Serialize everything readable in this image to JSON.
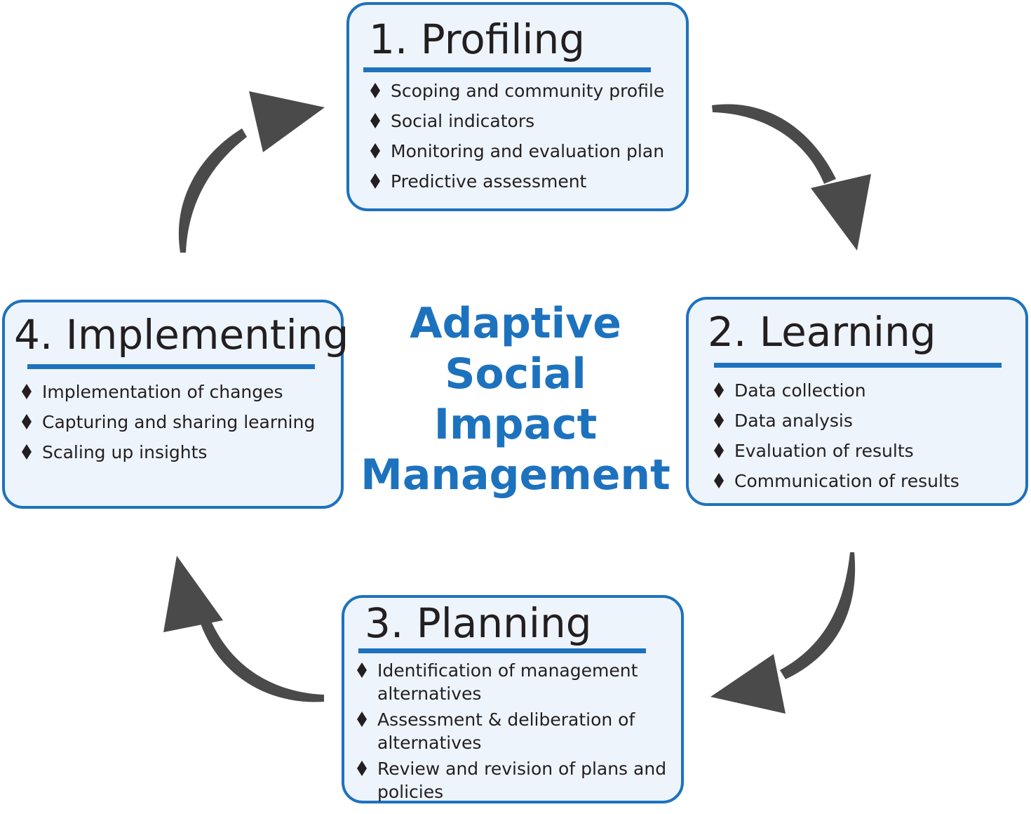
{
  "center_title": [
    "Adaptive",
    "Social",
    "Impact",
    "Management"
  ],
  "colors": {
    "accent": "#1d72be",
    "box_fill": "#eef4fc",
    "text": "#231f20",
    "arrow": "#4a4a4a"
  },
  "bullet_icon": "diamond-bullet-icon",
  "arrow_icon": "curved-arrow-icon",
  "stages": [
    {
      "title": "1. Profiling",
      "items": [
        "Scoping and community profile",
        "Social indicators",
        "Monitoring and evaluation plan",
        "Predictive assessment"
      ]
    },
    {
      "title": "2. Learning",
      "items": [
        "Data collection",
        "Data analysis",
        "Evaluation of results",
        "Communication of results"
      ]
    },
    {
      "title": "3. Planning",
      "items": [
        "Identification of management alternatives",
        "Assessment & deliberation of alternatives",
        "Review and revision of plans and policies"
      ]
    },
    {
      "title": "4. Implementing",
      "items": [
        "Implementation of changes",
        "Capturing and sharing learning",
        "Scaling up insights"
      ]
    }
  ]
}
